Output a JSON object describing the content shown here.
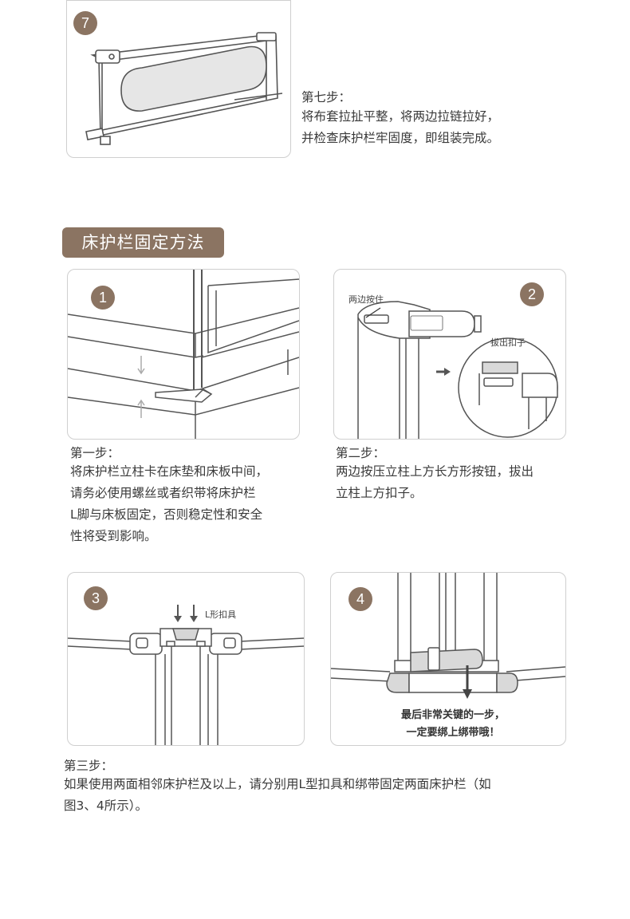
{
  "step7": {
    "badge": "7",
    "title": "第七步：",
    "lines": [
      "将布套拉扯平整，将两边拉链拉好，",
      "并检查床护栏牢固度，即组装完成。"
    ]
  },
  "section": {
    "title": "床护栏固定方法"
  },
  "panel1": {
    "badge": "1"
  },
  "panel2": {
    "badge": "2",
    "label_press": "两边按住",
    "label_pull": "拔出扣子"
  },
  "panel3": {
    "badge": "3",
    "label_lbuckle": "L形扣具"
  },
  "panel4": {
    "badge": "4",
    "callout": [
      "最后非常关键的一步，",
      "一定要绑上绑带哦！"
    ]
  },
  "step1": {
    "title": "第一步：",
    "lines": [
      "将床护栏立柱卡在床垫和床板中间，",
      "请务必使用螺丝或者织带将床护栏",
      "L脚与床板固定，否则稳定性和安全",
      "性将受到影响。"
    ]
  },
  "step2": {
    "title": "第二步：",
    "lines": [
      "两边按压立柱上方长方形按钮，拔出",
      "立柱上方扣子。"
    ]
  },
  "step3": {
    "title": "第三步：",
    "lines": [
      "如果使用两面相邻床护栏及以上，请分别用L型扣具和绑带固定两面床护栏（如",
      "图3、4所示）。"
    ]
  },
  "colors": {
    "accent": "#8b7462",
    "line": "#555555",
    "border": "#cfcfcf"
  }
}
